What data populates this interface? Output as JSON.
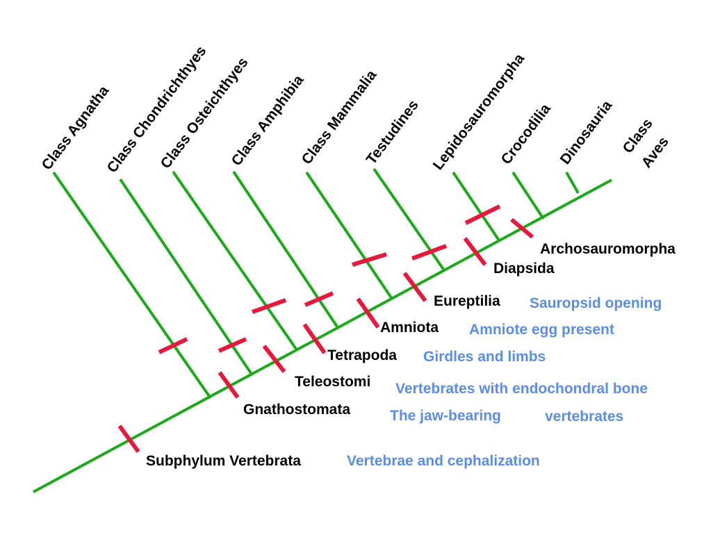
{
  "colors": {
    "branch": "#1aaa1a",
    "tick": "#e8173c",
    "trait": "#5b8de8",
    "text": "#000000"
  },
  "taxa": [
    {
      "label": "Class Agnatha"
    },
    {
      "label": "Class Chondrichthyes"
    },
    {
      "label": "Class Osteichthyes"
    },
    {
      "label": "Class Amphibia"
    },
    {
      "label": "Class Mammalia"
    },
    {
      "label": "Testudines"
    },
    {
      "label": "Lepidosauromorpha"
    },
    {
      "label": "Crocodilia"
    },
    {
      "label": "Dinosauria"
    },
    {
      "label_line1": "Class",
      "label_line2": "Aves"
    }
  ],
  "nodes": [
    {
      "label": "Subphylum Vertebrata",
      "trait": "Vertebrae and cephalization"
    },
    {
      "label": "Gnathostomata",
      "trait_part1": "The jaw-bearing",
      "trait_part2": "vertebrates"
    },
    {
      "label": "Teleostomi",
      "trait": "Vertebrates with endochondral bone"
    },
    {
      "label": "Tetrapoda",
      "trait": "Girdles and limbs"
    },
    {
      "label": "Amniota",
      "trait": "Amniote egg present"
    },
    {
      "label": "Eureptilia",
      "trait": "Sauropsid opening"
    },
    {
      "label": "Diapsida"
    },
    {
      "label": "Archosauromorpha"
    }
  ]
}
